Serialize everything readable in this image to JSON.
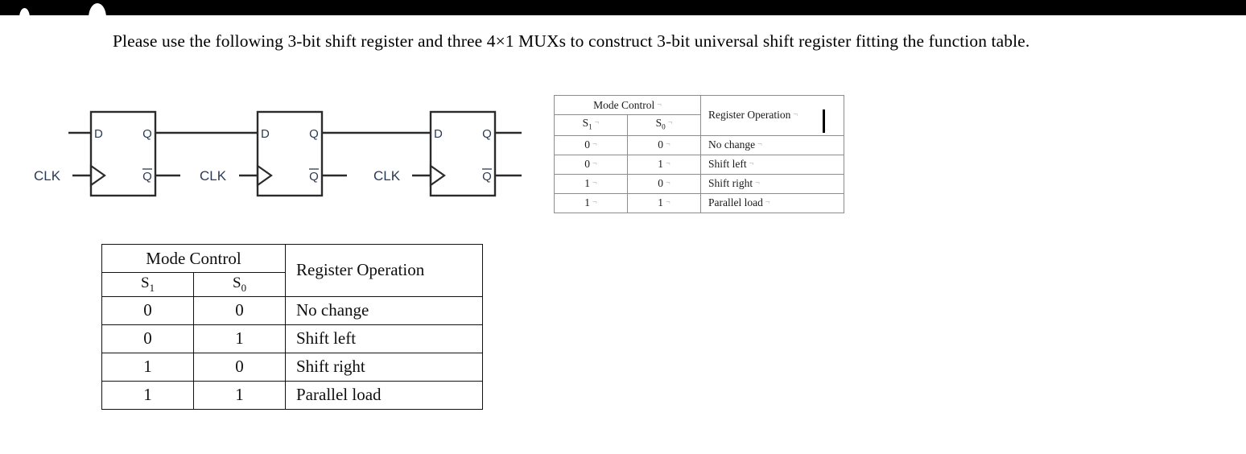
{
  "top_bar": {
    "present": true,
    "color": "#000000",
    "notches": [
      "bar-notch-a",
      "bar-notch-b"
    ]
  },
  "prompt": {
    "text": "Please use the following 3-bit shift register and three 4×1 MUXs to construct 3-bit universal shift register fitting the function table."
  },
  "diagram": {
    "type": "3-bit shift register",
    "flipflops": [
      {
        "id": "ff1",
        "clk_label": "CLK",
        "d_label": "D",
        "q_label": "Q",
        "qbar_label": "Q"
      },
      {
        "id": "ff2",
        "clk_label": "CLK",
        "d_label": "D",
        "q_label": "Q",
        "qbar_label": "Q"
      },
      {
        "id": "ff3",
        "clk_label": "CLK",
        "d_label": "D",
        "q_label": "Q",
        "qbar_label": "Q"
      }
    ],
    "wire_color": "#2b2b2b",
    "label_color": "#2b3a55"
  },
  "table_small": {
    "headers": {
      "mode_control": "Mode Control",
      "register_operation": "Register Operation",
      "s1": "S",
      "s1_sub": "1",
      "s0": "S",
      "s0_sub": "0"
    },
    "rows": [
      {
        "s1": "0",
        "s0": "0",
        "operation": "No change"
      },
      {
        "s1": "0",
        "s0": "1",
        "operation": "Shift left"
      },
      {
        "s1": "1",
        "s0": "0",
        "operation": "Shift right"
      },
      {
        "s1": "1",
        "s0": "1",
        "operation": "Parallel load"
      }
    ],
    "formatting_mark": "¬",
    "caret_visible": true
  },
  "table_large": {
    "headers": {
      "mode_control": "Mode Control",
      "register_operation": "Register Operation",
      "s1": "S",
      "s1_sub": "1",
      "s0": "S",
      "s0_sub": "0"
    },
    "rows": [
      {
        "s1": "0",
        "s0": "0",
        "operation": "No change"
      },
      {
        "s1": "0",
        "s0": "1",
        "operation": "Shift left"
      },
      {
        "s1": "1",
        "s0": "0",
        "operation": "Shift right"
      },
      {
        "s1": "1",
        "s0": "1",
        "operation": "Parallel load"
      }
    ]
  }
}
